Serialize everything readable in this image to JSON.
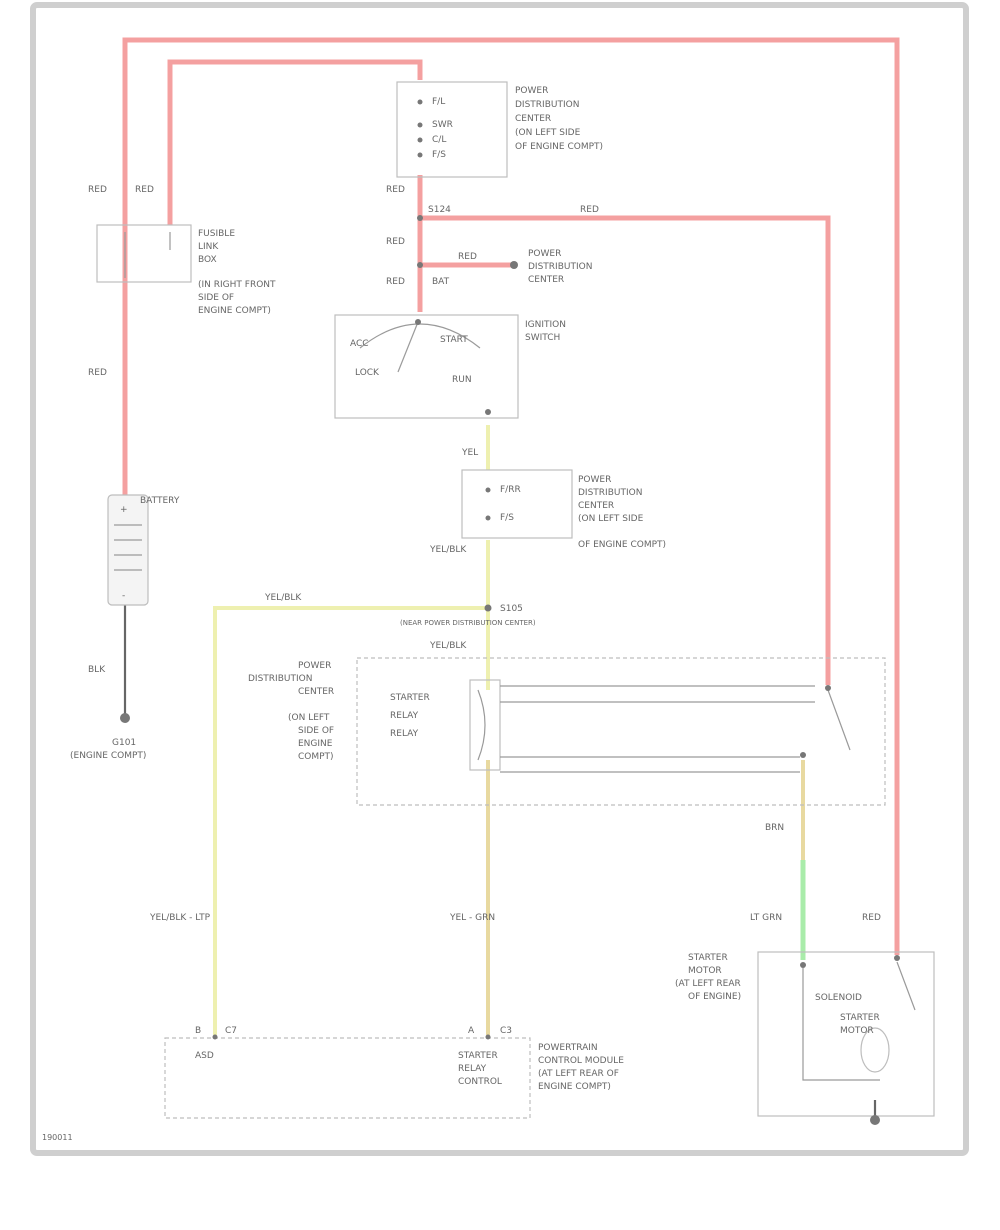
{
  "wires": {
    "red_1": "RED",
    "red_2": "RED",
    "red_3": "RED",
    "red_4": "RED",
    "red_5": "RED",
    "red_6": "RED",
    "red_7": "RED",
    "red_8": "RED",
    "blk": "BLK",
    "yel": "YEL",
    "yel_blk_1": "YEL/BLK",
    "yel_blk_2": "YEL/BLK",
    "yel_blk_3": "YEL/BLK",
    "yel_blk_ltp": "YEL/BLK - LTP",
    "yel_grn": "YEL - GRN",
    "brn": "BRN",
    "lt_grn": "LT GRN"
  },
  "components": {
    "power_dist_top": {
      "name": [
        "POWER",
        "DISTRIBUTION",
        "CENTER",
        "(ON LEFT SIDE",
        "OF ENGINE COMPT)"
      ],
      "pins": [
        "F/L",
        "SWR",
        "C/L",
        "F/S"
      ]
    },
    "fusible_link": {
      "name": [
        "FUSIBLE",
        "LINK",
        "BOX",
        "(IN RIGHT FRONT",
        "SIDE OF",
        "ENGINE COMPT)"
      ]
    },
    "power_dist_right": {
      "name": [
        "POWER",
        "DISTRIBUTION",
        "CENTER"
      ],
      "pin": "BAT"
    },
    "ignition_switch": {
      "name": [
        "IGNITION",
        "SWITCH"
      ],
      "positions": [
        "ACC",
        "START",
        "LOCK",
        "RUN"
      ]
    },
    "power_dist_mid": {
      "name": [
        "POWER",
        "DISTRIBUTION",
        "CENTER",
        "(ON LEFT SIDE",
        "OF ENGINE COMPT)"
      ],
      "pins": [
        "F/RR",
        "F/S"
      ]
    },
    "battery": {
      "name": "BATTERY",
      "plus": "+",
      "minus": "-"
    },
    "ground": {
      "name": [
        "G101",
        "(ENGINE COMPT)"
      ]
    },
    "splice": "S105",
    "splice_note": "(NEAR POWER DISTRIBUTION CENTER)",
    "starter_relay_housing": {
      "name": [
        "POWER",
        "DISTRIBUTION",
        "CENTER",
        "(ON LEFT",
        "SIDE OF",
        "ENGINE",
        "COMPT)"
      ],
      "relay": [
        "STARTER",
        "RELAY",
        "RELAY"
      ]
    },
    "starter_motor": {
      "name": [
        "STARTER",
        "MOTOR",
        "(AT LEFT REAR",
        "OF ENGINE)"
      ],
      "parts": [
        "SOLENOID",
        "STARTER",
        "MOTOR"
      ]
    },
    "pcm": {
      "name": [
        "POWERTRAIN",
        "CONTROL MODULE",
        "(AT LEFT REAR OF",
        "ENGINE COMPT)"
      ],
      "label_left": "ASD",
      "label_right": [
        "STARTER",
        "RELAY",
        "CONTROL"
      ],
      "pin_left": [
        "B",
        "C7"
      ],
      "pin_right": [
        "A",
        "C3"
      ]
    },
    "code": "190011"
  },
  "colors": {
    "red_wire": "#f4a0a0",
    "yellow_wire": "#eef0b0",
    "tan_wire": "#e8d9a0",
    "green_wire": "#a9ecaa",
    "black_wire": "#666666",
    "frame": "#cfcfcf"
  }
}
